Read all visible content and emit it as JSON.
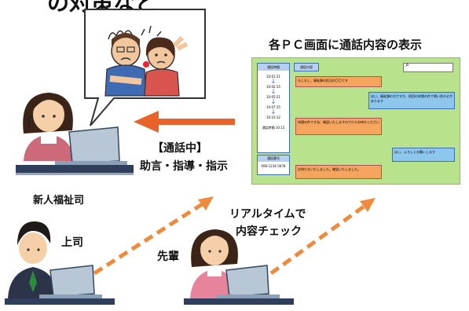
{
  "header": {
    "partial_title": "の対策など"
  },
  "screen_panel": {
    "title": "各ＰＣ画面に通話内容の表示",
    "left_list": {
      "header": "通話時間",
      "times": [
        "10:01:21",
        "10:02:15",
        "10:05:21",
        "10:07:15",
        "10:10:12"
      ],
      "footer": "通話時間 10:15"
    },
    "left_lower": {
      "header": "通話番号",
      "number": "090-1234-5678"
    },
    "content_header": "通話内容",
    "bubbles": [
      "もしもし、福祉課の担当の〇〇です",
      "はい、福祉課の方ですか、前回の申請の件で問い合わせがあります",
      "申請の件ですね、確認いたしますので少々お待ちください",
      "はい、よろしくお願いします",
      "お待たせいたしました。確認いたしました。"
    ]
  },
  "call_label": {
    "line1": "【通話中】",
    "line2": "助言・指導・指示"
  },
  "roles": {
    "newcomer": "新人福祉司",
    "boss": "上司",
    "senior": "先輩"
  },
  "realtime_label": {
    "line1": "リアルタイムで",
    "line2": "内容チェック"
  },
  "colors": {
    "panel_bg": "#b9e28c",
    "bubble_orange": "#f5a55d",
    "bubble_blue": "#8ec7ee",
    "arrow_red": "#e8622a",
    "arrow_dashed": "#f08a3c",
    "desk": "#2f3e5a"
  }
}
